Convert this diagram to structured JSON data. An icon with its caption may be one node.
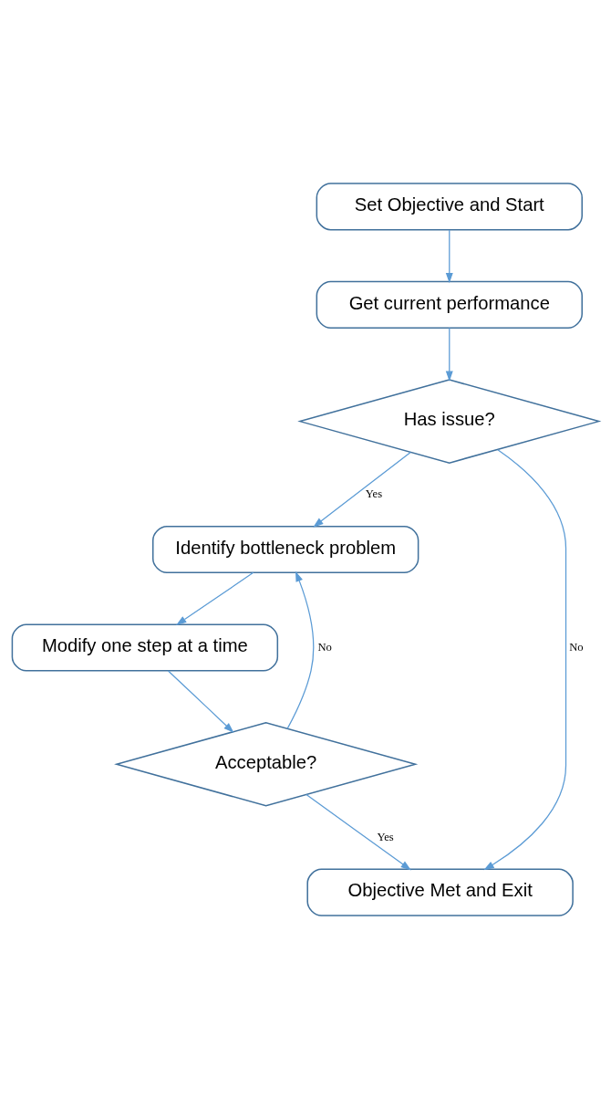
{
  "diagram": {
    "nodes": [
      {
        "text": [
          "Set Objective and Start"
        ]
      },
      {
        "text": [
          "Get current performance"
        ]
      },
      {
        "text": [
          "Has issue?"
        ]
      },
      {
        "text": [
          "Identify bottleneck problem"
        ]
      },
      {
        "text": [
          "Modify one step at a time"
        ]
      },
      {
        "text": [
          "Acceptable?"
        ]
      },
      {
        "text": [
          "Objective Met and Exit"
        ]
      }
    ],
    "edges": [
      {
        "from": 0,
        "to": 1,
        "arrow": "to"
      },
      {
        "from": 1,
        "to": 2,
        "arrow": "to"
      },
      {
        "from": 2,
        "to": 3,
        "arrow": "to",
        "label": "Yes"
      },
      {
        "from": 3,
        "to": 4,
        "arrow": "to"
      },
      {
        "from": 4,
        "to": 5,
        "arrow": "to"
      },
      {
        "from": 5,
        "to": 3,
        "arrow": "to",
        "label": "No"
      },
      {
        "from": 2,
        "to": 6,
        "arrow": "to",
        "label": "No"
      },
      {
        "from": 5,
        "to": 6,
        "arrow": "to",
        "label": "Yes"
      }
    ]
  }
}
